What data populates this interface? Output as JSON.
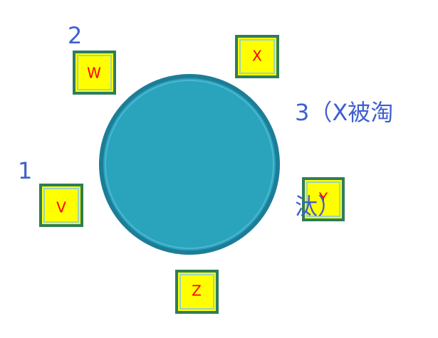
{
  "colors": {
    "table_fill": "#2aa3bd",
    "table_stroke": "#1d7d97",
    "seat_fill": "#ffff00",
    "seat_outer_border": "#2f7d5a",
    "seat_inner_border": "#9ed4b8",
    "seat_text": "#ff0000",
    "annotation_text": "#3f5fcf"
  },
  "seats": [
    {
      "id": "v",
      "label": "V"
    },
    {
      "id": "w",
      "label": "W"
    },
    {
      "id": "x",
      "label": "X"
    },
    {
      "id": "y",
      "label": "Y"
    },
    {
      "id": "z",
      "label": "Z"
    }
  ],
  "annotations": {
    "label_1": "1",
    "label_2": "2",
    "label_3_line1": "3（X被淘",
    "label_3_line2": "汰）"
  }
}
